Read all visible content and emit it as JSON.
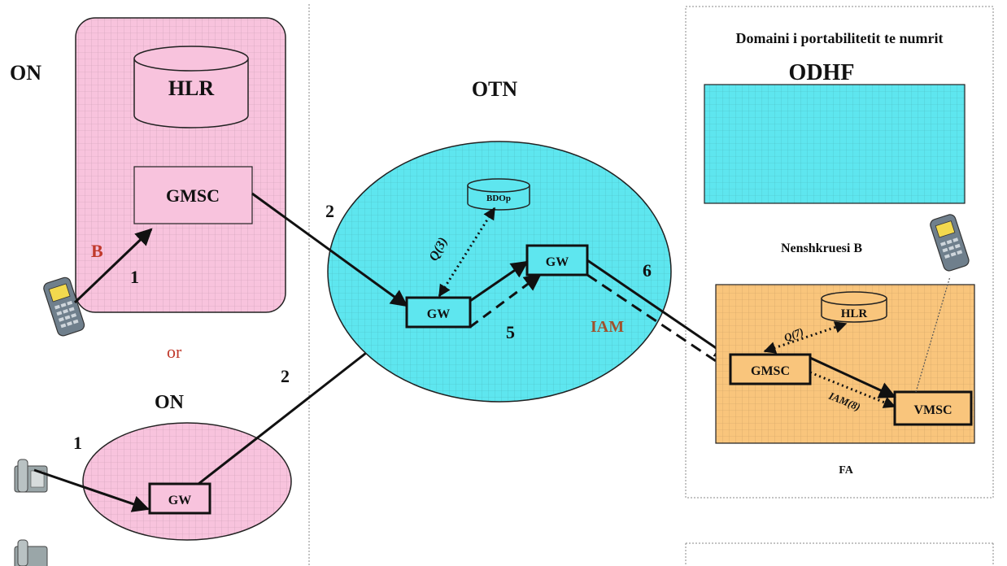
{
  "left_network": {
    "title": "ON",
    "hlr": "HLR",
    "gmsc": "GMSC",
    "b_label": "B",
    "step_1": "1",
    "or_text": "or"
  },
  "bottom_network": {
    "title": "ON",
    "gw": "GW",
    "step_1": "1",
    "step_2": "2"
  },
  "center_network": {
    "title": "OTN",
    "gw_left": "GW",
    "gw_right": "GW",
    "db": "BDOp",
    "query": "Q(3)",
    "step_2": "2",
    "step_5": "5",
    "step_6": "6",
    "iam": "IAM"
  },
  "right_domain": {
    "title": "Domaini i portabilitetit te numrit",
    "odhf": "ODHF",
    "subscriber": "Nenshkruesi B",
    "hlr": "HLR",
    "gmsc": "GMSC",
    "vmsc": "VMSC",
    "query": "Q(7)",
    "iam": "IAM(8)",
    "fa": "FA"
  },
  "colors": {
    "pink": "#f8c3dd",
    "cyan": "#5ee6ef",
    "orange": "#f9c57c",
    "accent_red": "#c0392b",
    "iam_color": "#a0522d"
  }
}
